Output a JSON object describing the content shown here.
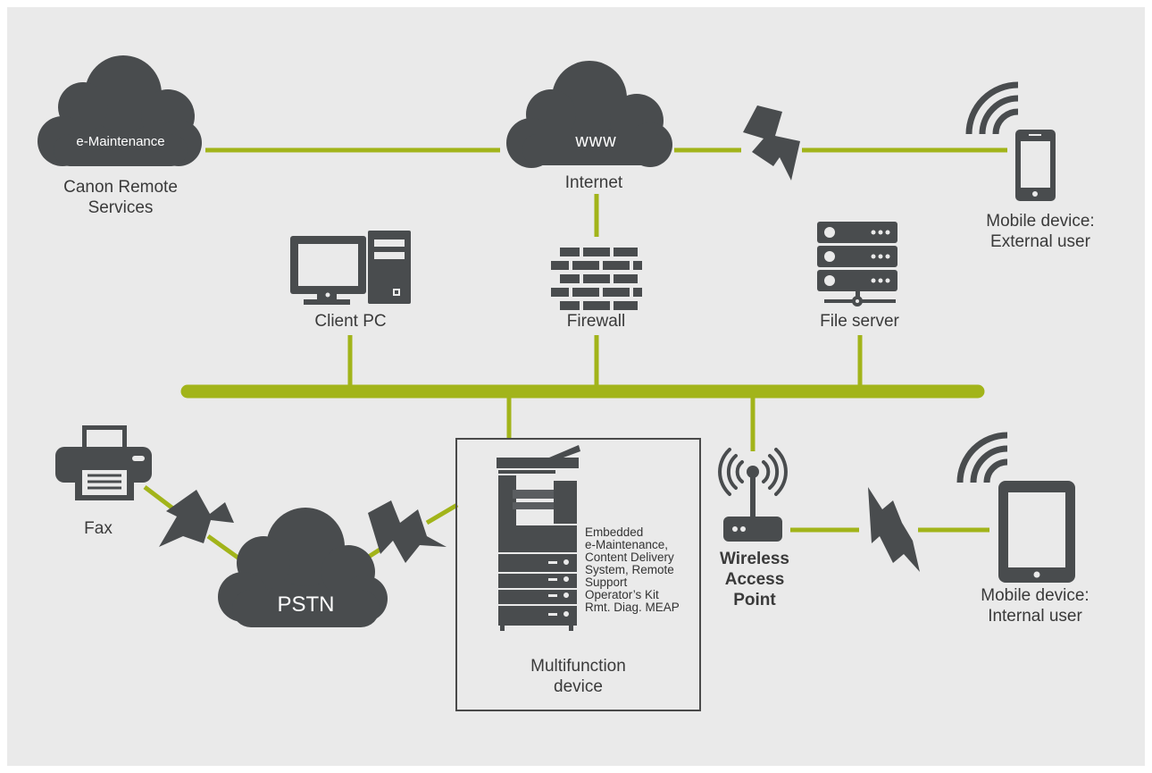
{
  "diagram": {
    "nodes": {
      "canon_cloud": {
        "cloud_text": "e-Maintenance",
        "label": "Canon Remote Services"
      },
      "internet": {
        "cloud_text": "www",
        "label": "Internet"
      },
      "mobile_external": {
        "label_line1": "Mobile device:",
        "label_line2": "External user"
      },
      "client_pc": {
        "label": "Client PC"
      },
      "firewall": {
        "label": "Firewall"
      },
      "file_server": {
        "label": "File server"
      },
      "fax": {
        "label": "Fax"
      },
      "pstn": {
        "cloud_text": "PSTN"
      },
      "mfd": {
        "label": "Multifunction device",
        "embedded_text": [
          "Embedded",
          "e-Maintenance,",
          "Content Delivery",
          "System, Remote",
          "Support",
          "Operator’s Kit",
          "Rmt. Diag. MEAP"
        ]
      },
      "wap": {
        "label_line1": "Wireless",
        "label_line2": "Access",
        "label_line3": "Point"
      },
      "mobile_internal": {
        "label_line1": "Mobile device:",
        "label_line2": "Internal user"
      }
    },
    "colors": {
      "link": "#a2b41a",
      "icon": "#494c4e",
      "background": "#eaeaea",
      "text": "#3a3a3a"
    }
  }
}
